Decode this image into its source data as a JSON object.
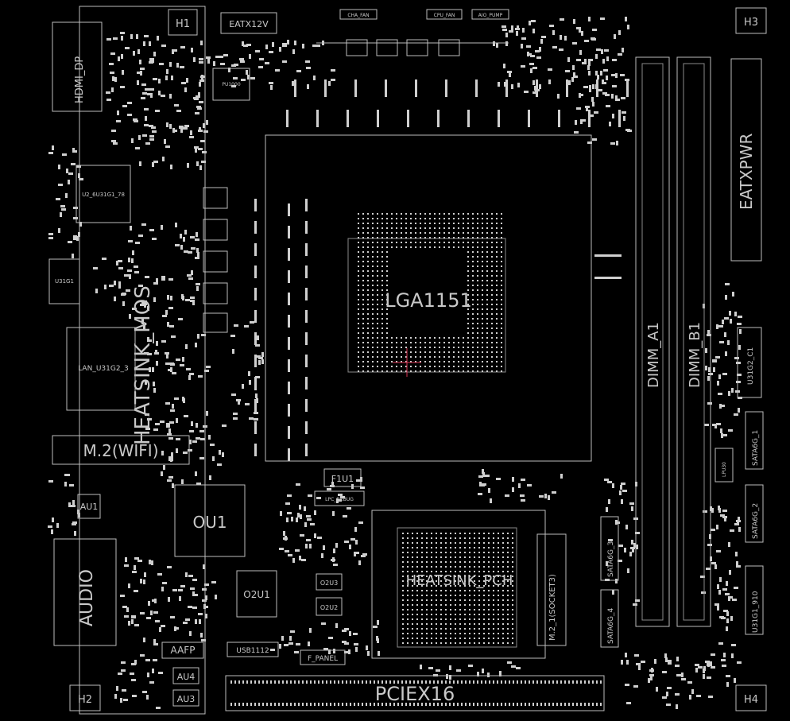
{
  "labels": {
    "hdmi_dp": "HDMI_DP",
    "h1": "H1",
    "h2": "H2",
    "h3": "H3",
    "h4": "H4",
    "eatx12v": "EATX12V",
    "cha_fan": "CHA_FAN",
    "cpu_fan": "CPU_FAN",
    "aio_pump": "AIO_PUMP",
    "pu1000": "PU1000",
    "u2_6u31g1_78": "U2_6U31G1_78",
    "heatsink_mos": "HEATSINK_MOS",
    "u31g1": "U31G1",
    "lan_u31g2_3": "LAN_U31G2_3",
    "m2_wifi": "M.2(WIFI)",
    "lga1151": "LGA1151",
    "dimm_a1": "DIMM_A1",
    "dimm_b1": "DIMM_B1",
    "eatxpwr": "EATXPWR",
    "u31g2_c1": "U31G2_C1",
    "sata6g_1": "SATA6G_1",
    "sata6g_2": "SATA6G_2",
    "sata6g_3": "SATA6G_3",
    "sata6g_4": "SATA6G_4",
    "u31g1_910": "U31G1_910",
    "lpu30": "LPU30",
    "f1u1": "F1U1",
    "lpc_debug": "LPC_DEBUG",
    "au1": "AU1",
    "ou1": "OU1",
    "o2u1": "O2U1",
    "o2u2": "O2U2",
    "o2u3": "O2U3",
    "audio": "AUDIO",
    "aafp": "AAFP",
    "usb1112": "USB1112",
    "f_panel": "F_PANEL",
    "au3": "AU3",
    "au4": "AU4",
    "heatsink_pch": "HEATSINK_PCH",
    "m2_1_socket3": "M.2_1(SOCKET3)",
    "pciex16": "PCIEX16"
  }
}
